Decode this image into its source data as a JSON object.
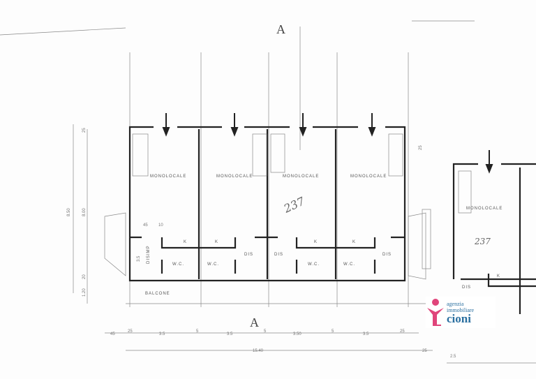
{
  "section_marker": "A",
  "rooms": {
    "unit_label": "MONOLOCALE",
    "kitchen": "K",
    "bathroom": "W.C.",
    "storage": "DIS",
    "storage_alt": "DISIMP",
    "balcony": "BALCONE"
  },
  "handwritten_number": "237",
  "handwritten_number_2": "237",
  "dimensions": {
    "total_depth": "8.50",
    "inner_depth": "8.00",
    "top_offset": "25",
    "bottom_offset": "20",
    "balcony_depth": "1.20",
    "total_width": "15.40",
    "segments": [
      "45",
      "25",
      "3.5",
      "5",
      "3.5",
      "5",
      "3.50",
      "5",
      "3.5",
      "25"
    ],
    "detail_a": "45",
    "detail_b": "10",
    "detail_c": "3.5",
    "right_width": "2.5"
  },
  "logo": {
    "line1": "agenzia",
    "line2": "immobiliare",
    "line3": "cioni",
    "accent": "#e0457b",
    "brand": "#2a6fa0"
  }
}
